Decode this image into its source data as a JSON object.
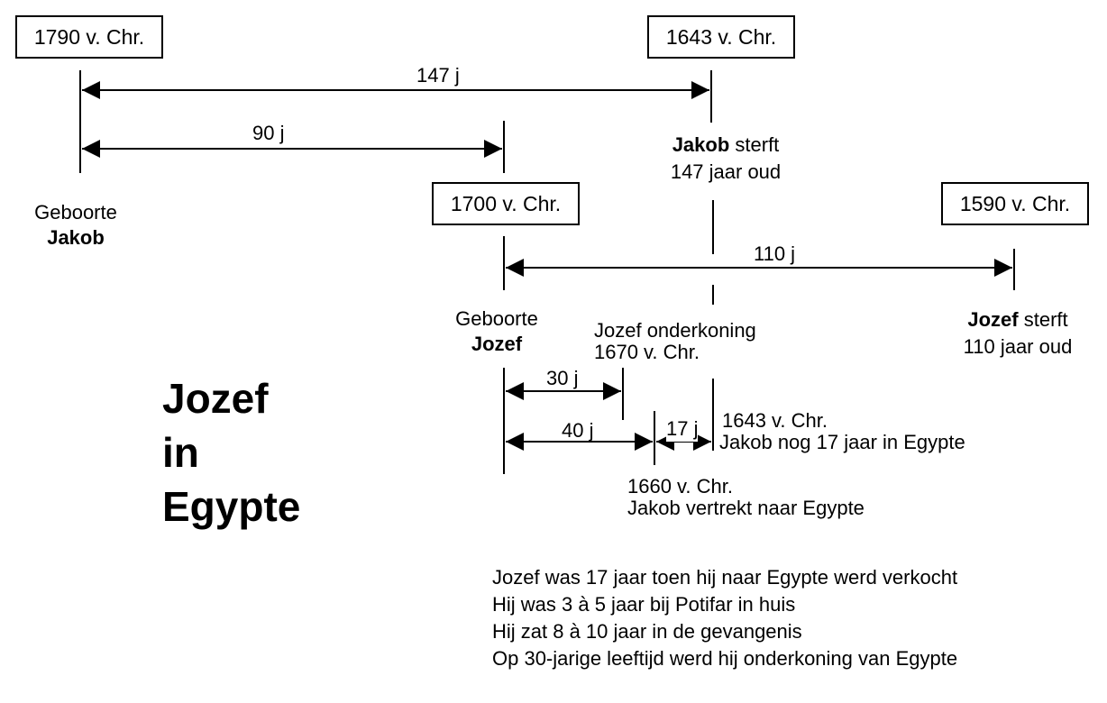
{
  "dates": {
    "jakob_birth": "1790 v. Chr.",
    "jakob_death": "1643 v. Chr.",
    "jozef_birth": "1700 v. Chr.",
    "jozef_death": "1590 v. Chr."
  },
  "spans": {
    "jakob_life": "147 j",
    "jakob_at_jozef_birth": "90 j",
    "jozef_life": "110 j",
    "to_viceroy": "30 j",
    "to_jakob_arrival": "40 j",
    "jakob_in_egypt": "17 j"
  },
  "labels": {
    "jakob_birth_line1": "Geboorte",
    "jakob_birth_line2": "Jakob",
    "jakob_death_name": "Jakob",
    "jakob_death_verb": " sterft",
    "jakob_death_age": "147 jaar oud",
    "jozef_birth_line1": "Geboorte",
    "jozef_birth_line2": "Jozef",
    "viceroy_line1": "Jozef onderkoning",
    "viceroy_line2": "1670 v. Chr.",
    "jozef_death_name": "Jozef",
    "jozef_death_verb": " sterft",
    "jozef_death_age": "110 jaar oud",
    "arrival_line1": "1660 v. Chr.",
    "arrival_line2": "Jakob vertrekt naar Egypte",
    "jakob_egypt_line1": "1643 v. Chr.",
    "jakob_egypt_line2": "Jakob nog 17 jaar in Egypte"
  },
  "title": [
    "Jozef",
    "in",
    "Egypte"
  ],
  "notes": [
    "Jozef was 17 jaar toen hij naar Egypte werd verkocht",
    "Hij was 3 à 5 jaar bij Potifar in huis",
    "Hij zat 8 à 10 jaar in de gevangenis",
    "Op 30-jarige leeftijd werd hij onderkoning van Egypte"
  ]
}
